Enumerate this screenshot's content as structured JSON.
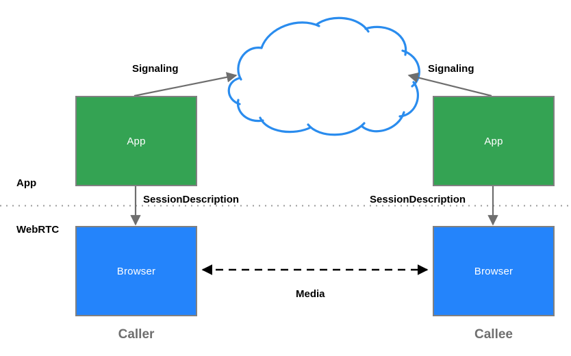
{
  "diagram": {
    "title_hidden": "",
    "colors": {
      "app_fill": "#34a353",
      "browser_fill": "#2484fb",
      "box_border": "#808080",
      "cloud_stroke": "#2a8cee",
      "arrow_gray": "#6e6e6e",
      "arrow_black": "#000000",
      "actor_text": "#6f6f6f",
      "divider": "#9a9a9a",
      "background": "#ffffff"
    },
    "nodes": {
      "caller_app": {
        "label": "App"
      },
      "callee_app": {
        "label": "App"
      },
      "caller_browser": {
        "label": "Browser"
      },
      "callee_browser": {
        "label": "Browser"
      },
      "cloud": {
        "label": ""
      }
    },
    "layers": {
      "upper": "App",
      "lower": "WebRTC"
    },
    "edges": {
      "signaling_left": "Signaling",
      "signaling_right": "Signaling",
      "session_description_left": "SessionDescription",
      "session_description_right": "SessionDescription",
      "media": "Media"
    },
    "actors": {
      "left": "Caller",
      "right": "Callee"
    }
  }
}
